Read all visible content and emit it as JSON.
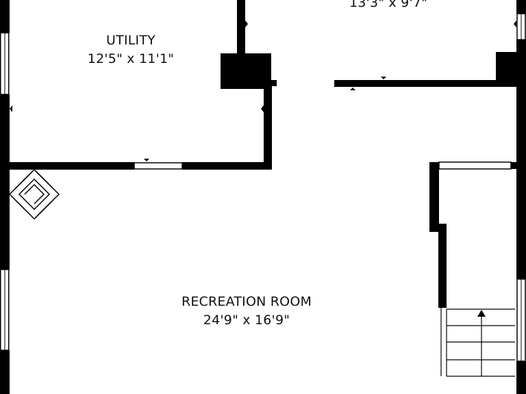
{
  "plan": {
    "wall_color": "#000000",
    "background_color": "#ffffff",
    "rooms": [
      {
        "id": "utility",
        "name": "UTILITY",
        "dimensions": "12'5\" x 11'1\""
      },
      {
        "id": "top-room",
        "name": "",
        "dimensions": "13'3\" x 9'7\""
      },
      {
        "id": "recreation-room",
        "name": "RECREATION ROOM",
        "dimensions": "24'9\" x 16'9\""
      }
    ],
    "stairs": {
      "direction": "up",
      "icon": "arrow-up-icon"
    },
    "features": [
      "fireplace-icon",
      "door-marker-icon",
      "window"
    ]
  }
}
